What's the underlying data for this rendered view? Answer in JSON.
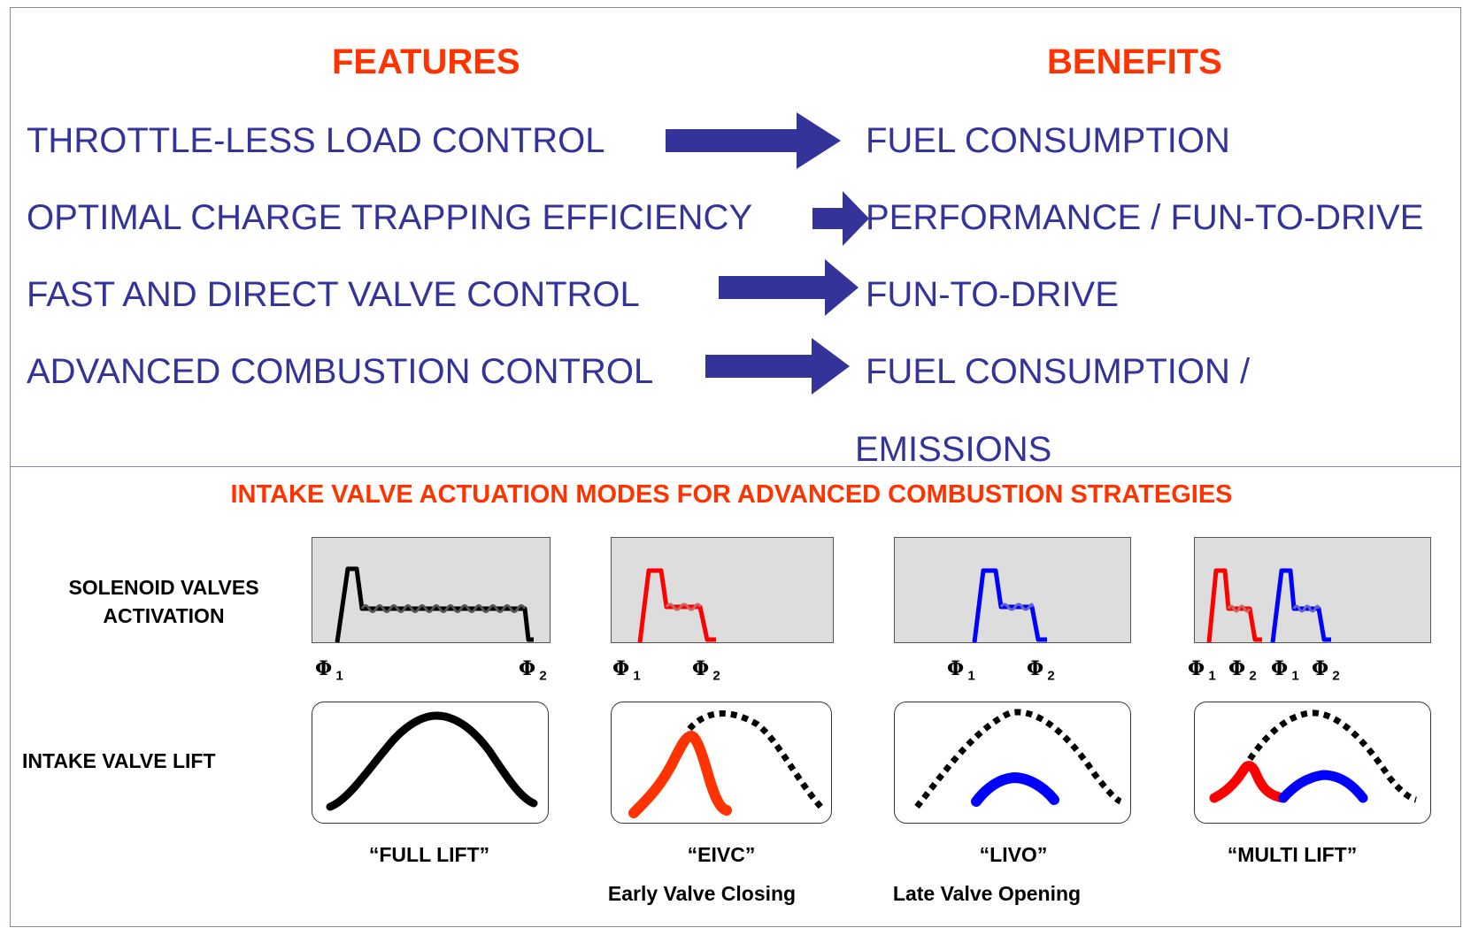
{
  "headings": {
    "features": "FEATURES",
    "benefits": "BENEFITS"
  },
  "rows": [
    {
      "feature": "THROTTLE-LESS LOAD CONTROL",
      "benefit": "FUEL CONSUMPTION"
    },
    {
      "feature": "OPTIMAL CHARGE TRAPPING EFFICIENCY",
      "benefit": "PERFORMANCE / FUN-TO-DRIVE"
    },
    {
      "feature": "FAST AND DIRECT VALVE CONTROL",
      "benefit": "FUN-TO-DRIVE"
    },
    {
      "feature": "ADVANCED COMBUSTION CONTROL",
      "benefit": "FUEL CONSUMPTION /",
      "benefit_line2": "EMISSIONS"
    }
  ],
  "section_title": "INTAKE VALVE ACTUATION MODES FOR ADVANCED COMBUSTION STRATEGIES",
  "row_labels": {
    "solenoid_line1": "SOLENOID VALVES",
    "solenoid_line2": "ACTIVATION",
    "lift": "INTAKE VALVE LIFT"
  },
  "phi": {
    "symbol": "Φ",
    "sub1": "1",
    "sub2": "2"
  },
  "modes": [
    {
      "name": "“FULL LIFT”",
      "description": "",
      "color": "#000000"
    },
    {
      "name": "“EIVC”",
      "description": "Early Valve Closing",
      "color": "#ff0000"
    },
    {
      "name": "“LIVO”",
      "description": "Late Valve Opening",
      "color": "#0000ff"
    },
    {
      "name": "“MULTI LIFT”",
      "description": "",
      "color": "#ff0000",
      "color2": "#0000ff"
    }
  ],
  "colors": {
    "heading": "#ff3300",
    "text": "#333399",
    "arrow": "#333399",
    "lift_red": "#ff3300",
    "panel": "#dddddd"
  }
}
